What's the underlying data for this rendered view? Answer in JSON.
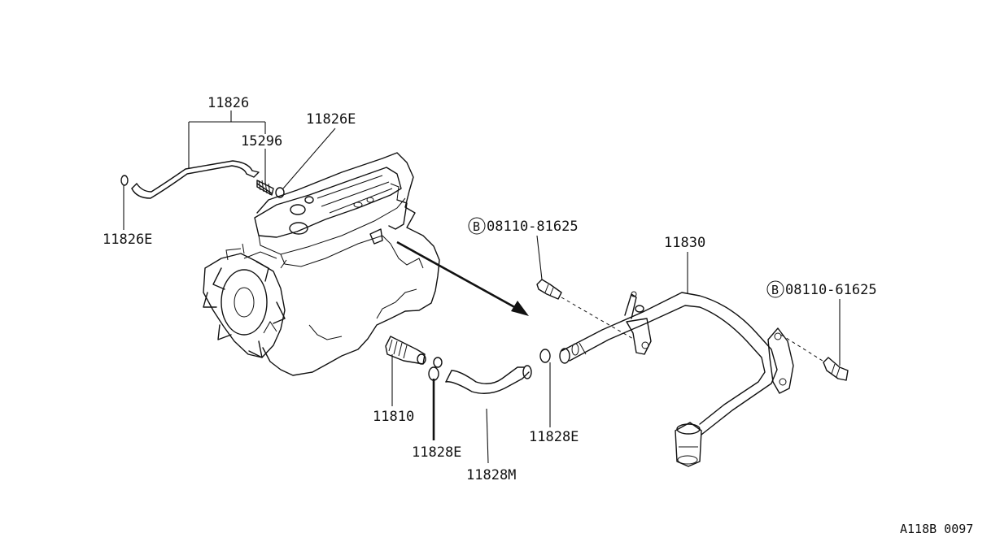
{
  "diagram": {
    "colors": {
      "ink": "#111111",
      "background": "#ffffff"
    },
    "labels": {
      "p11826": "11826",
      "p15296": "15296",
      "p11826e_top": "11826E",
      "p11826e_left": "11826E",
      "p08110_81625": "08110-81625",
      "p11830": "11830",
      "p08110_61625": "08110-61625",
      "p11810": "11810",
      "p11828e_mid": "11828E",
      "p11828m": "11828M",
      "p11828e_right": "11828E"
    },
    "bolt_marker": "B",
    "drawing_code": "A118B 0097"
  }
}
